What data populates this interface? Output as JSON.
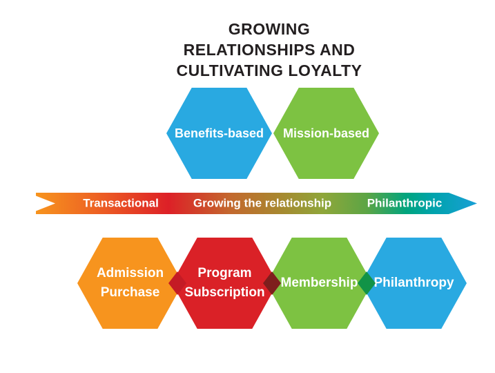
{
  "title": {
    "text": "GROWING\nRELATIONSHIPS AND\nCULTIVATING LOYALTY"
  },
  "colors": {
    "blue": "#29A9E1",
    "green": "#7DC242",
    "orange": "#F7941E",
    "red": "#DA2127",
    "title_text": "#231F20",
    "label_text": "#FFFFFF"
  },
  "top_hexagons": [
    {
      "label": "Benefits-based",
      "color": "#29A9E1"
    },
    {
      "label": "Mission-based",
      "color": "#7DC242"
    }
  ],
  "arrow": {
    "labels": [
      "Transactional",
      "Growing the relationship",
      "Philanthropic"
    ],
    "gradient": [
      "#F7941E",
      "#ED6123",
      "#DD2027",
      "#C3682E",
      "#A8872F",
      "#8FA63A",
      "#5CA545",
      "#00A47E",
      "#00A3AC",
      "#199FD6"
    ]
  },
  "bottom_hexagons": [
    {
      "label": "Admission\nPurchase",
      "color": "#F7941E"
    },
    {
      "label": "Program\nSubscription",
      "color": "#DA2127"
    },
    {
      "label": "Membership",
      "color": "#7DC242"
    },
    {
      "label": "Philanthropy",
      "color": "#29A9E1"
    }
  ],
  "connector_diamonds": [
    {
      "between": "admission-purchase / program-subscription",
      "color": "#C41B25"
    },
    {
      "between": "program-subscription / membership",
      "color": "#7E1E1D"
    },
    {
      "between": "membership / philanthropy",
      "color": "#119347"
    }
  ]
}
